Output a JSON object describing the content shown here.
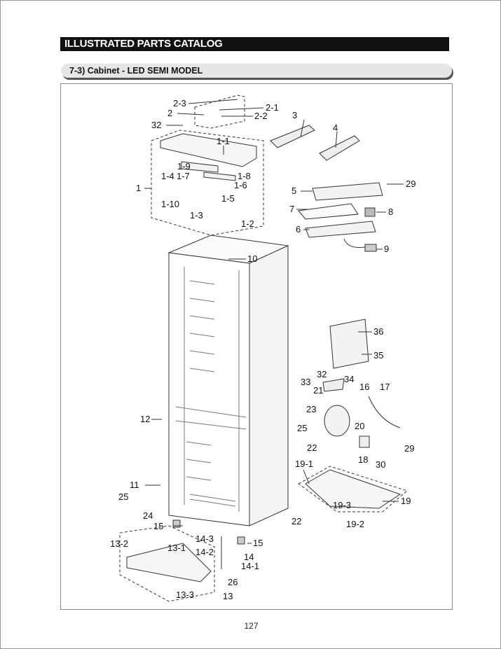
{
  "header": {
    "title": "ILLUSTRATED PARTS CATALOG"
  },
  "section": {
    "title": "7-3) Cabinet - LED SEMI MODEL"
  },
  "callouts": [
    "2-3",
    "2",
    "2-1",
    "2-2",
    "32",
    "1-1",
    "1-9",
    "1-4",
    "1-7",
    "1-8",
    "1-6",
    "1",
    "1-5",
    "1-10",
    "1-3",
    "1-2",
    "3",
    "4",
    "29",
    "5",
    "7",
    "8",
    "6",
    "9",
    "10",
    "36",
    "35",
    "32",
    "34",
    "33",
    "21",
    "16",
    "17",
    "23",
    "25",
    "20",
    "22",
    "18",
    "29",
    "30",
    "12",
    "19-1",
    "19-3",
    "19",
    "22",
    "19-2",
    "11",
    "25",
    "24",
    "15",
    "15",
    "14-3",
    "14-2",
    "14",
    "14-1",
    "13-2",
    "13-1",
    "26",
    "13-3",
    "13"
  ],
  "footer": {
    "page_number": "127"
  }
}
